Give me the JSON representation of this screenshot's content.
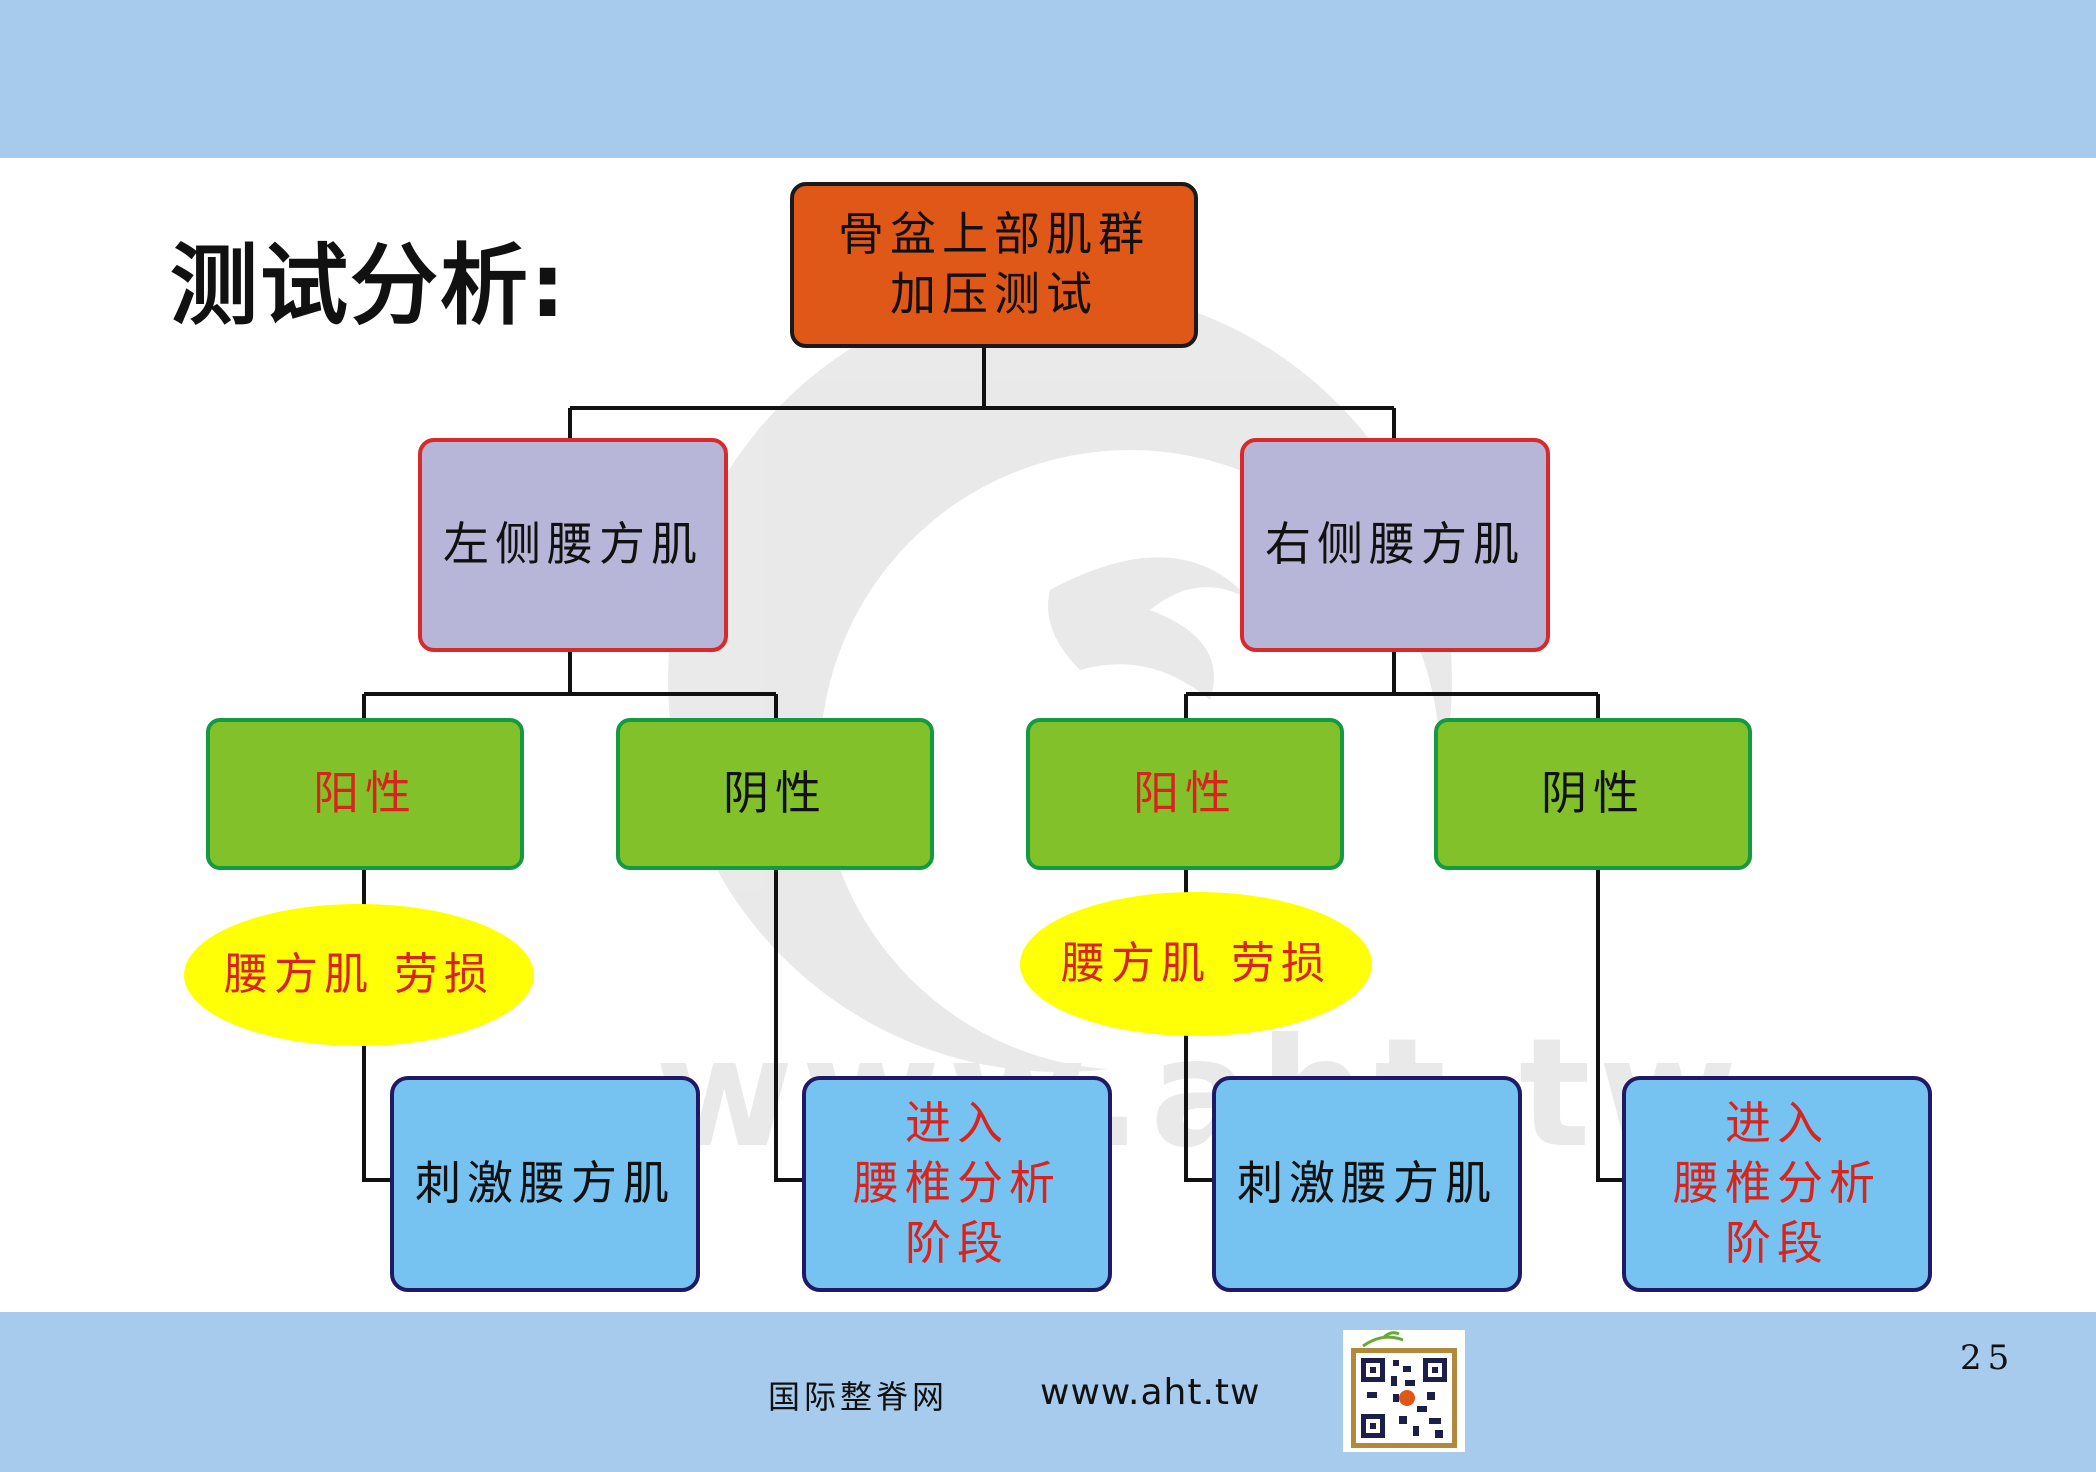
{
  "slide": {
    "title": "测试分析:",
    "page_number": "25"
  },
  "tree": {
    "root": {
      "lines": [
        "骨盆上部肌群",
        "加压测试"
      ]
    },
    "left": {
      "label": "左侧腰方肌",
      "positive": {
        "label": "阳性",
        "note": [
          "腰方肌",
          "劳损"
        ],
        "result": [
          "刺激腰方肌"
        ]
      },
      "negative": {
        "label": "阴性",
        "result": [
          "进入",
          "腰椎分析",
          "阶段"
        ]
      }
    },
    "right": {
      "label": "右侧腰方肌",
      "positive": {
        "label": "阳性",
        "note": [
          "腰方肌",
          "劳损"
        ],
        "result": [
          "刺激腰方肌"
        ]
      },
      "negative": {
        "label": "阴性",
        "result": [
          "进入",
          "腰椎分析",
          "阶段"
        ]
      }
    }
  },
  "footer": {
    "site_name": "国际整脊网",
    "url": "www.aht.tw"
  },
  "watermark": {
    "text": "www.aht.tw"
  },
  "colors": {
    "band": "#a6cbec",
    "root_fill": "#e05818",
    "level1_fill": "#b8b6d8",
    "level1_border": "#d82a2a",
    "level2_fill": "#83c12b",
    "oval_fill": "#ffff05",
    "leaf_fill": "#76c3f1",
    "leaf_border": "#1e1a66",
    "red_text": "#d8241c"
  },
  "icons": {
    "qr": "qr-code-icon",
    "watermark": "bird-circle-logo-icon"
  }
}
